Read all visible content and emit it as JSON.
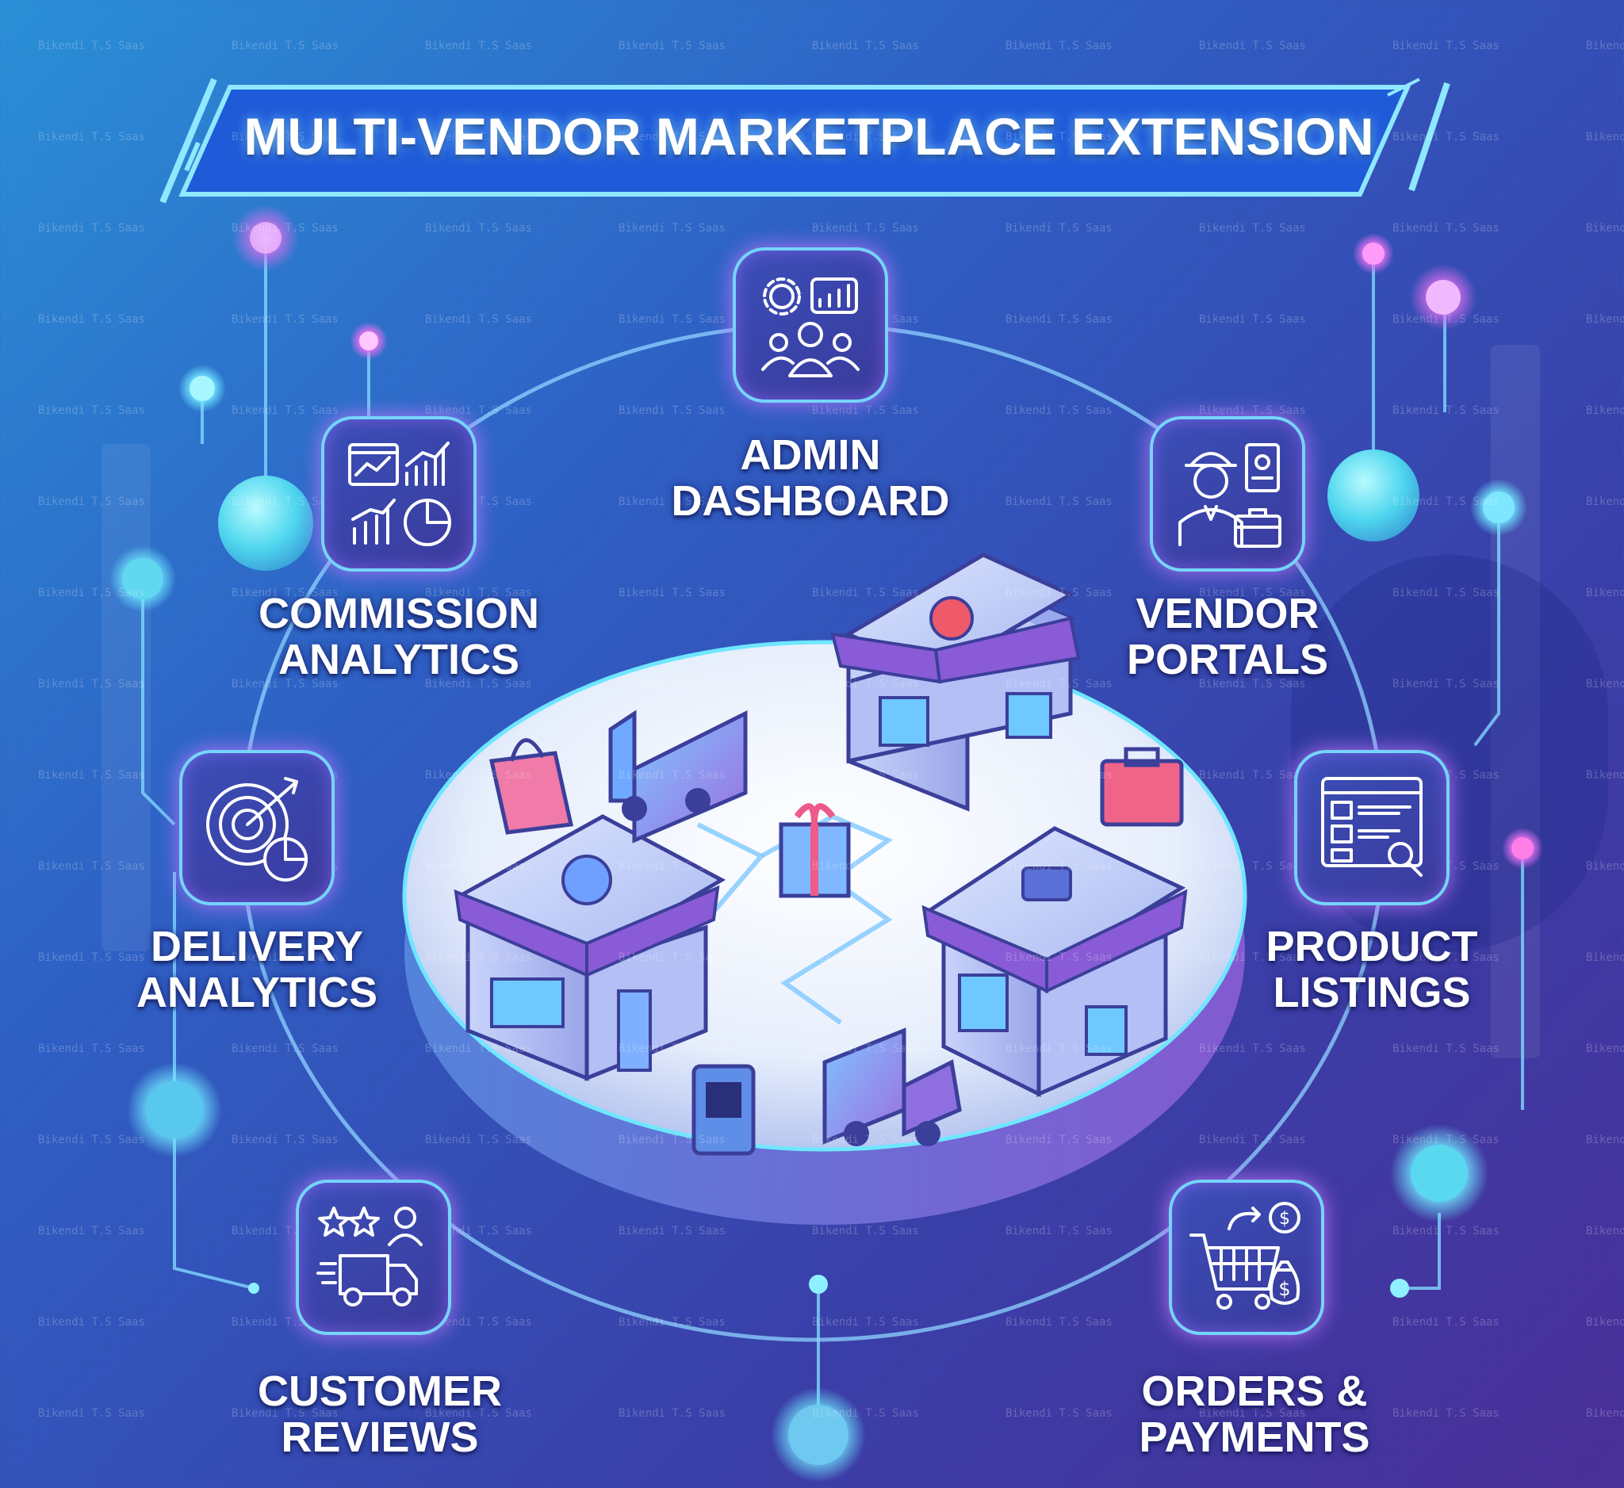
{
  "title": "MULTI-VENDOR MARKETPLACE EXTENSION",
  "watermark_text": "Bikendi T.S Saas",
  "features": [
    {
      "id": "admin-dashboard",
      "line1": "ADMIN",
      "line2": "DASHBOARD",
      "icon": "admin-dashboard-icon"
    },
    {
      "id": "commission-analytics",
      "line1": "COMMISSION",
      "line2": "ANALYTICS",
      "icon": "commission-analytics-icon"
    },
    {
      "id": "vendor-portals",
      "line1": "VENDOR",
      "line2": "PORTALS",
      "icon": "vendor-portal-icon"
    },
    {
      "id": "delivery-analytics",
      "line1": "DELIVERY",
      "line2": "ANALYTICS",
      "icon": "target-analytics-icon"
    },
    {
      "id": "product-listings",
      "line1": "PRODUCT",
      "line2": "LISTINGS",
      "icon": "product-listing-icon"
    },
    {
      "id": "customer-reviews",
      "line1": "CUSTOMER",
      "line2": "REVIEWS",
      "icon": "reviews-delivery-icon"
    },
    {
      "id": "orders-payments",
      "line1": "ORDERS &",
      "line2": "PAYMENTS",
      "icon": "cart-payment-icon"
    }
  ],
  "colors": {
    "background_start": "#2a8fd6",
    "background_end": "#4a2f98",
    "accent_cyan": "#6fe6ff",
    "accent_pink": "#e070f0",
    "icon_tile": "#3b3fa8",
    "store_awning": "#8a5bd6"
  },
  "marketplace_illustration": {
    "items": [
      "store-icon",
      "store-icon",
      "store-icon",
      "delivery-truck-icon",
      "delivery-truck-icon",
      "shopping-bag-icon",
      "gift-box-icon",
      "toolbox-icon",
      "pos-terminal-icon"
    ]
  }
}
